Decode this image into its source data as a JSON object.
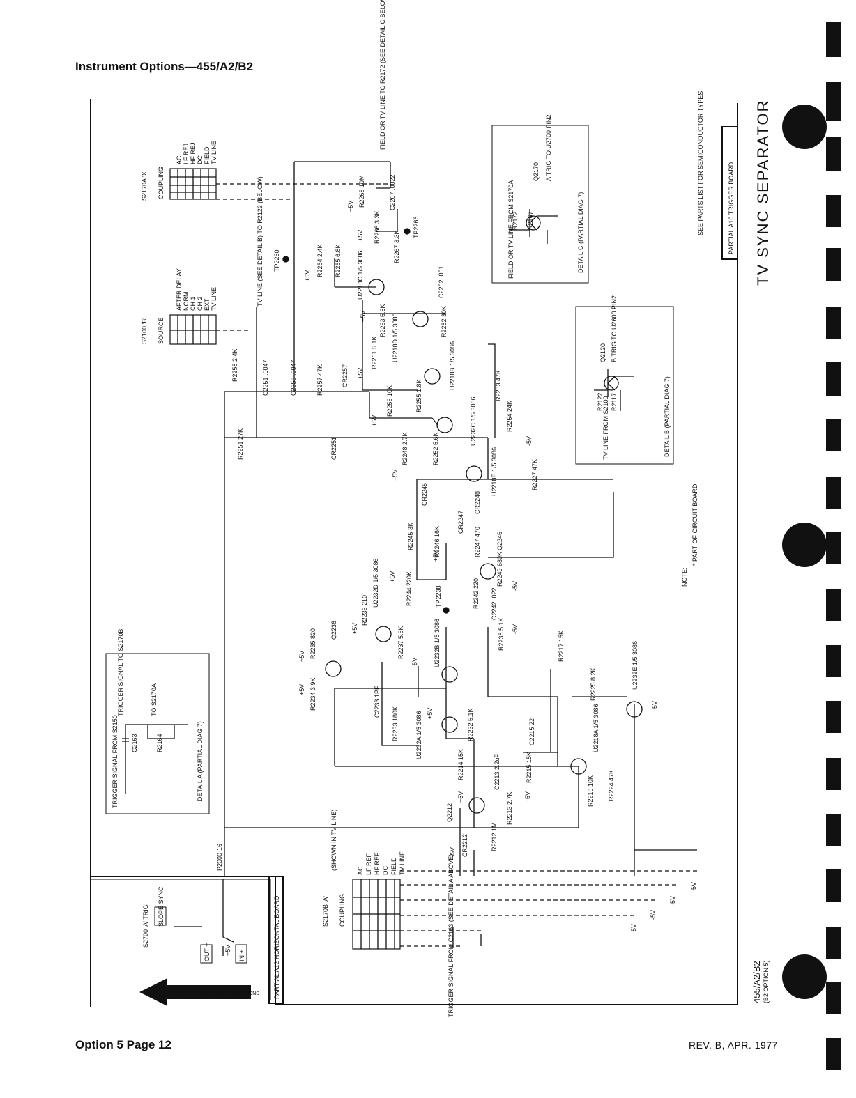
{
  "header": {
    "title": "Instrument Options—455/A2/B2"
  },
  "footer": {
    "page": "Option 5 Page 12",
    "revision": "REV. B, APR. 1977"
  },
  "diagram": {
    "title": "TV SYNC SEPARATOR",
    "board_main": "PARTIAL A10 TRIGGER BOARD",
    "board_horiz": "PARTIAL A12 HORIZONTAL BOARD",
    "model_ref": "455/A2/B2",
    "model_ref_sub": "(B2 OPTION 5)",
    "voltage_arrow": "VOLTAGE & WAVEFORM CONDITIONS",
    "parts_note": "SEE PARTS LIST FOR SEMICONDUCTOR TYPES",
    "note_title": "NOTE:",
    "note_text": "* PART OF CIRCUIT BOARD",
    "detail_a": {
      "caption": "DETAIL A (PARTIAL DIAG 7)",
      "in_label": "TRIGGER SIGNAL FROM S2150",
      "out_label": "TRIGGER SIGNAL TO S2170B",
      "to_label": "TO S2170A",
      "cap": "C2163",
      "res": "R2164"
    },
    "detail_b": {
      "caption": "DETAIL B (PARTIAL DIAG 7)",
      "in_label": "TV LINE FROM S2100",
      "transistor": "Q2120",
      "out_label": "B TRIG TO U2600 PIN2",
      "r1": "R2122",
      "r2": "R2117"
    },
    "detail_c": {
      "caption": "DETAIL C (PARTIAL DIAG 7)",
      "in_label": "FIELD OR TV LINE FROM S2170A",
      "transistor": "Q2170",
      "out_label": "A TRIG TO U2700 PIN2",
      "r1": "R2172",
      "r2": "R2167"
    },
    "switches": {
      "s2170a_name": "S2170A 'X'",
      "s2170a_title": "COUPLING",
      "s2170a_positions": [
        "AC",
        "LF REJ",
        "HF REJ",
        "DC",
        "FIELD",
        "TV LINE"
      ],
      "s2100_name": "S2100 'B'",
      "s2100_title": "SOURCE",
      "s2100_positions": [
        "AFTER DELAY",
        "NORM",
        "CH 1",
        "CH 2",
        "EXT",
        "TV LINE"
      ],
      "s2170b_name": "S2170B 'A'",
      "s2170b_title": "COUPLING",
      "s2170b_shown": "(SHOWN IN TV LINE)",
      "s2170b_positions": [
        "AC",
        "LF REF",
        "HF REF",
        "DC",
        "FIELD",
        "TV LINE"
      ],
      "s2700_name": "S2700 'A' TRIG",
      "s2700_title": "SLOPE SYNC",
      "s2700_out": "OUT +",
      "s2700_in": "IN +",
      "connector": "P2000-16"
    },
    "nets": {
      "tv_line_out": "TV LINE (SEE DETAIL B) TO R2122 (BELOW)",
      "field_out": "FIELD OR TV LINE TO R2172 (SEE DETAIL C BELOW)",
      "trigger_in": "TRIGGER SIGNAL FROM C2163 (SEE DETAIL A ABOVE)",
      "tp2260": "TP2260",
      "tp2266": "TP2266",
      "tp2238": "TP2238"
    },
    "components": [
      "U2218C 1/5 3086",
      "U2218D 1/5 3086",
      "U2218B 1/5 3086",
      "U2232C 1/5 3086",
      "U2218E 1/5 3086",
      "Q2246",
      "U2232D 1/5 3086",
      "Q2236",
      "U2232B 1/5 3086",
      "U2232A 1/5 3086",
      "U2232E 1/5 3086",
      "U2218A 1/5 3086",
      "Q2212",
      "R2258 2.4K",
      "C2251 .0047",
      "C2258 .0047",
      "R2257 47K",
      "CR2257",
      "R2264 2.4K",
      "R2265 6.8K",
      "R2268 10M",
      "C2267 .0022",
      "R2266 3.3K",
      "R2267 3.3K",
      "C2262 .001",
      "R2263 5.6K",
      "R2262 30K",
      "R2261 5.1K",
      "R2256 10K",
      "R2255 1.8K",
      "R2253 47K",
      "R2254 24K",
      "R2251 27K",
      "CR2251",
      "R2248 2.7K",
      "R2252 5.6K",
      "R2227 47K",
      "CR2245",
      "CR2248",
      "R2245 3K",
      "R2246 16K",
      "R2247 470",
      "CR2247",
      "R2244 220K",
      "R2249 680K",
      "R2242 220",
      "C2242 .022",
      "R2236 210",
      "R2237 5.6K",
      "R2238 5.1K",
      "R2235 820",
      "R2234 3.9K",
      "R2217 15K",
      "R2225 8.2K",
      "C2233 1PF",
      "R2233 180K",
      "R2232 5.1K",
      "C2215 22",
      "R2214 15K",
      "C2213 2.2uF",
      "R2215 15K",
      "R2218 10K",
      "R2224 47K",
      "R2213 2.7K",
      "R2212 1M",
      "CR2212"
    ],
    "supplies": [
      "+5V",
      "-5V"
    ]
  }
}
